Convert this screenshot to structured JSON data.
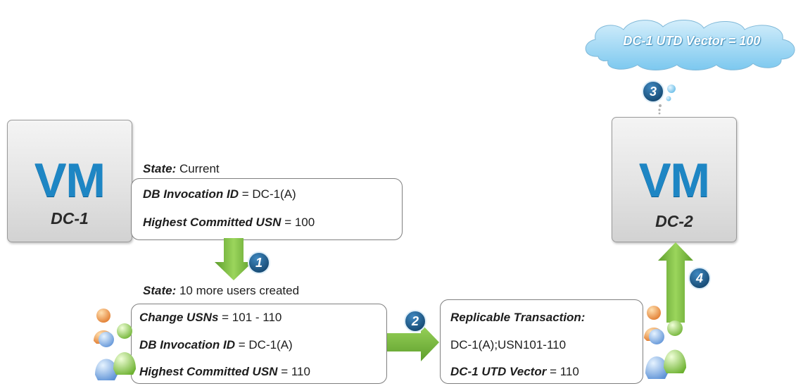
{
  "cloud": {
    "text": "DC-1 UTD Vector = 100"
  },
  "vm1": {
    "logo": "VM",
    "name": "DC-1"
  },
  "vm2": {
    "logo": "VM",
    "name": "DC-2"
  },
  "state1": {
    "label": "State:",
    "value": "Current",
    "rows": [
      {
        "label": "DB Invocation ID",
        "value": " = DC-1(A)"
      },
      {
        "label": "Highest Committed USN",
        "value": " = 100"
      }
    ]
  },
  "state2": {
    "label": "State:",
    "value": "10 more users created",
    "rows": [
      {
        "label": "Change USNs",
        "value": " = 101 - 110"
      },
      {
        "label": "DB Invocation ID",
        "value": " = DC-1(A)"
      },
      {
        "label": "Highest Committed USN",
        "value": " = 110"
      }
    ]
  },
  "transaction": {
    "title": "Replicable Transaction:",
    "line2": "DC-1(A);USN101-110",
    "line3_label": "DC-1 UTD Vector",
    "line3_value": " = 110"
  },
  "steps": [
    "1",
    "2",
    "3",
    "4"
  ],
  "icons": [
    "users-group-icon",
    "users-group-icon"
  ],
  "colors": {
    "vm_blue": "#1e86c4",
    "arrow_green": "#7dc242",
    "step_blue": "#1b5c8e",
    "cloud_blue": "#9fd6f2"
  }
}
